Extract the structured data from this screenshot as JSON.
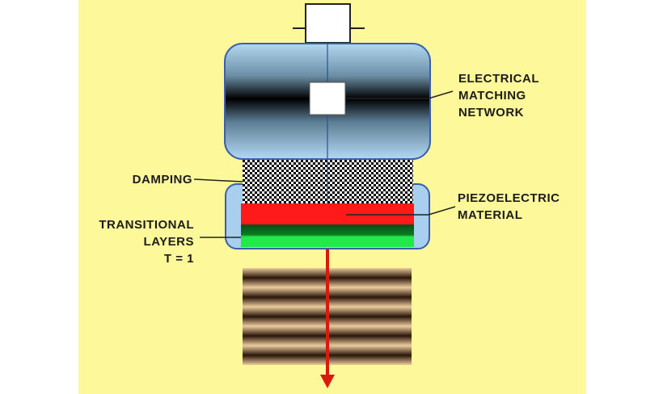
{
  "labels": {
    "electrical_matching_network": [
      "ELECTRICAL",
      "MATCHING",
      "NETWORK"
    ],
    "damping": "DAMPING",
    "piezoelectric_material": [
      "PIEZOELECTRIC",
      "MATERIAL"
    ],
    "transitional_layers": [
      "TRANSITIONAL",
      "LAYERS",
      "T = 1"
    ]
  },
  "colors": {
    "background": "#fdf89a",
    "housing": "#a9cfee",
    "piezoelectric": "#ff1a1a",
    "transitional_dark": "#064d16",
    "transitional_light": "#22e84a",
    "beam_arrow": "#d91a0f",
    "wave_dark": "#2a160a",
    "wave_light": "#e9c99a"
  }
}
